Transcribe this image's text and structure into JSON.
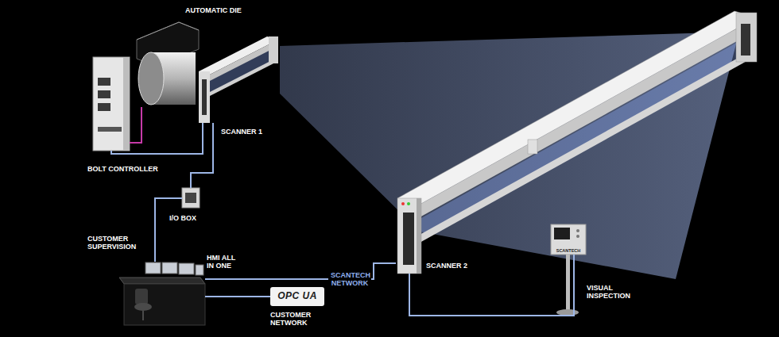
{
  "diagram": {
    "nodes": [
      {
        "text": [
          "AUTOMATIC DIE"
        ]
      },
      {
        "text": [
          "BOLT CONTROLLER"
        ]
      },
      {
        "text": [
          "SCANNER 1"
        ]
      },
      {
        "text": [
          "I/O BOX"
        ]
      },
      {
        "text": [
          "CUSTOMER SUPERVISION",
          "HMI ALL IN ONE"
        ]
      },
      {
        "text": [
          "OPC UA",
          "CUSTOMER NETWORK"
        ]
      },
      {
        "text": [
          "SCANNER 2"
        ]
      },
      {
        "text": [
          "SCANTECH",
          "VISUAL INSPECTION"
        ]
      }
    ],
    "edges": [
      {
        "from": 0,
        "to": 1,
        "arrow": "none"
      },
      {
        "from": 2,
        "to": 1,
        "arrow": "none"
      },
      {
        "from": 2,
        "to": 3,
        "arrow": "none"
      },
      {
        "from": 3,
        "to": 4,
        "arrow": "none"
      },
      {
        "from": 4,
        "to": 5,
        "arrow": "none"
      },
      {
        "from": 4,
        "to": 6,
        "label": "SCANTECH NETWORK",
        "arrow": "none"
      },
      {
        "from": 6,
        "to": 7,
        "arrow": "none"
      }
    ]
  }
}
